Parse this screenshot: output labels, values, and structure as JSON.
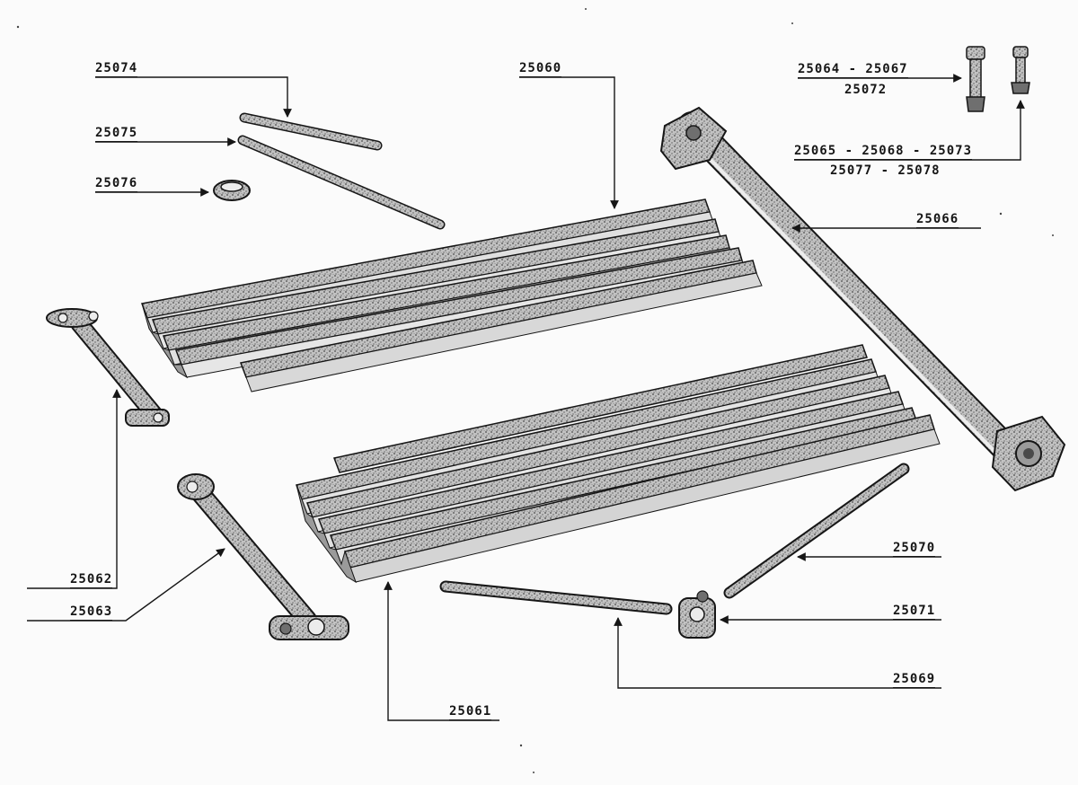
{
  "labels": {
    "p25074": "25074",
    "p25075": "25075",
    "p25076": "25076",
    "p25060": "25060",
    "p25064_67": "25064 - 25067",
    "p25072": "25072",
    "p25065_73": "25065 -  25068 - 25073",
    "p25077_78": "25077  -  25078",
    "p25066": "25066",
    "p25062": "25062",
    "p25063": "25063",
    "p25070": "25070",
    "p25071": "25071",
    "p25069": "25069",
    "p25061": "25061"
  },
  "colors": {
    "ink": "#161616",
    "paper": "#fbfbfb",
    "metal": "#b8b8b8",
    "metal_dark": "#6f6f6f",
    "highlight": "#ececec"
  }
}
